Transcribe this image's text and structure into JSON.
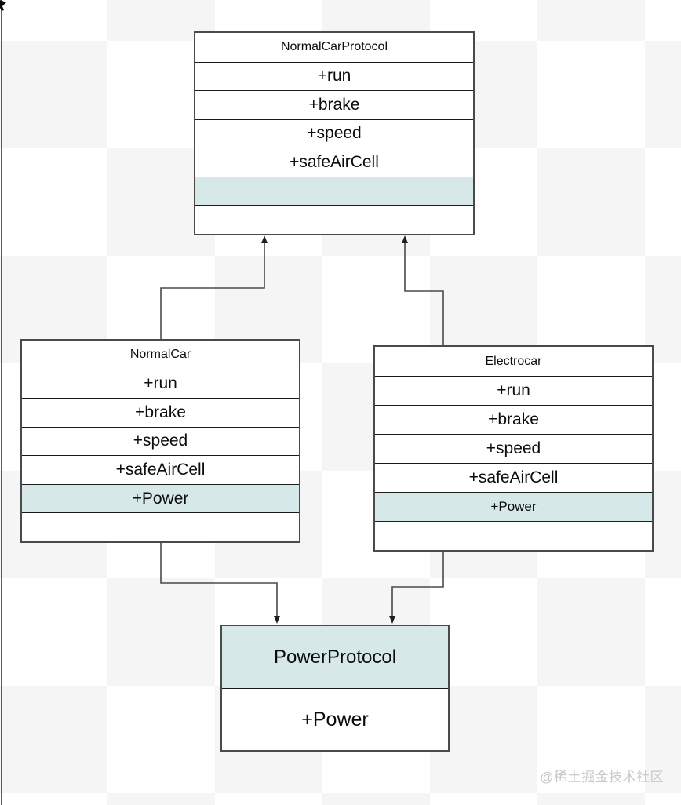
{
  "diagram": {
    "type": "uml-class-diagram",
    "boxes": [
      {
        "id": "normal-car-protocol",
        "title": "NormalCarProtocol",
        "members": [
          "+run",
          "+brake",
          "+speed",
          "+safeAirCell"
        ],
        "trailing_rows": [
          "highlight-empty",
          "empty"
        ]
      },
      {
        "id": "normal-car",
        "title": "NormalCar",
        "members": [
          "+run",
          "+brake",
          "+speed",
          "+safeAirCell",
          "+Power"
        ],
        "highlight_member": "+Power",
        "trailing_rows": [
          "empty"
        ]
      },
      {
        "id": "electrocar",
        "title": "Electrocar",
        "members": [
          "+run",
          "+brake",
          "+speed",
          "+safeAirCell",
          "+Power"
        ],
        "highlight_member": "+Power",
        "trailing_rows": [
          "empty"
        ]
      },
      {
        "id": "power-protocol",
        "title": "PowerProtocol",
        "members": [
          "+Power"
        ],
        "highlight_title": true,
        "trailing_rows": []
      }
    ],
    "connections": [
      {
        "from": "NormalCar",
        "to": "NormalCarProtocol",
        "arrow": "up"
      },
      {
        "from": "Electrocar",
        "to": "NormalCarProtocol",
        "arrow": "up"
      },
      {
        "from": "NormalCar",
        "to": "PowerProtocol",
        "arrow": "down"
      },
      {
        "from": "Electrocar",
        "to": "PowerProtocol",
        "arrow": "down"
      }
    ],
    "colors": {
      "highlight": "#d6e9e8",
      "box_border": "#4a4a4a",
      "row_line": "#1b1b1b",
      "connector": "#4a4a4a",
      "checker_gray": "#f5f5f6",
      "checker_white": "#ffffff"
    }
  },
  "watermark": {
    "text": "@稀土掘金技术社区",
    "color": "#c9c9c9"
  }
}
